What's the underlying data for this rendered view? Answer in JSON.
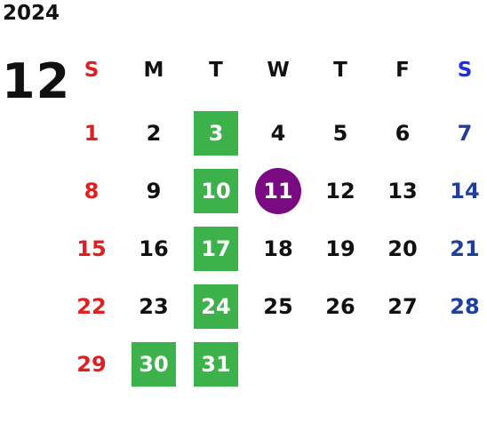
{
  "calendar": {
    "year": "2024",
    "month": "12",
    "weekdays": [
      "S",
      "M",
      "T",
      "W",
      "T",
      "F",
      "S"
    ],
    "weeks": [
      [
        "1",
        "2",
        "3",
        "4",
        "5",
        "6",
        "7"
      ],
      [
        "8",
        "9",
        "10",
        "11",
        "12",
        "13",
        "14"
      ],
      [
        "15",
        "16",
        "17",
        "18",
        "19",
        "20",
        "21"
      ],
      [
        "22",
        "23",
        "24",
        "25",
        "26",
        "27",
        "28"
      ],
      [
        "29",
        "30",
        "31",
        "",
        "",
        "",
        ""
      ]
    ],
    "highlighted_days": [
      "3",
      "10",
      "17",
      "24",
      "30",
      "31"
    ],
    "today": "11",
    "colors": {
      "sunday": "#e02020",
      "saturday": "#1f3f9a",
      "highlight": "#3db14a",
      "today": "#7a0a82",
      "text": "#111111"
    }
  }
}
